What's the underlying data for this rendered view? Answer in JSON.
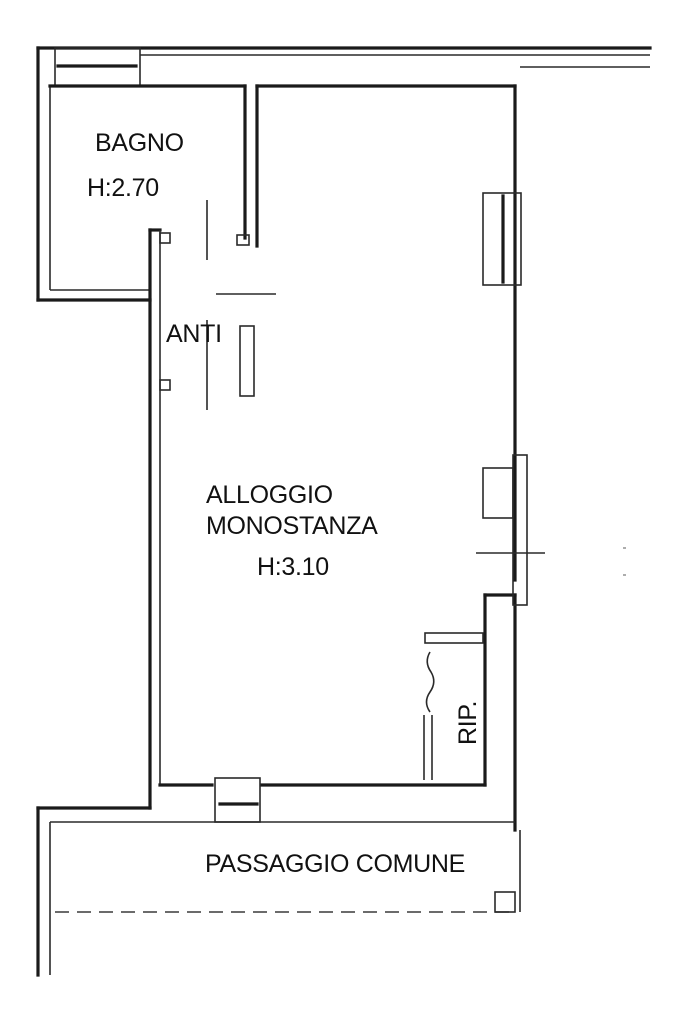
{
  "rooms": {
    "bagno": {
      "name": "BAGNO",
      "height": "H:2.70"
    },
    "anti": {
      "name": "ANTI"
    },
    "alloggio": {
      "name_line1": "ALLOGGIO",
      "name_line2": "MONOSTANZA",
      "height": "H:3.10"
    },
    "ripostiglio": {
      "name": "RIP."
    },
    "passaggio": {
      "name": "PASSAGGIO COMUNE"
    }
  }
}
